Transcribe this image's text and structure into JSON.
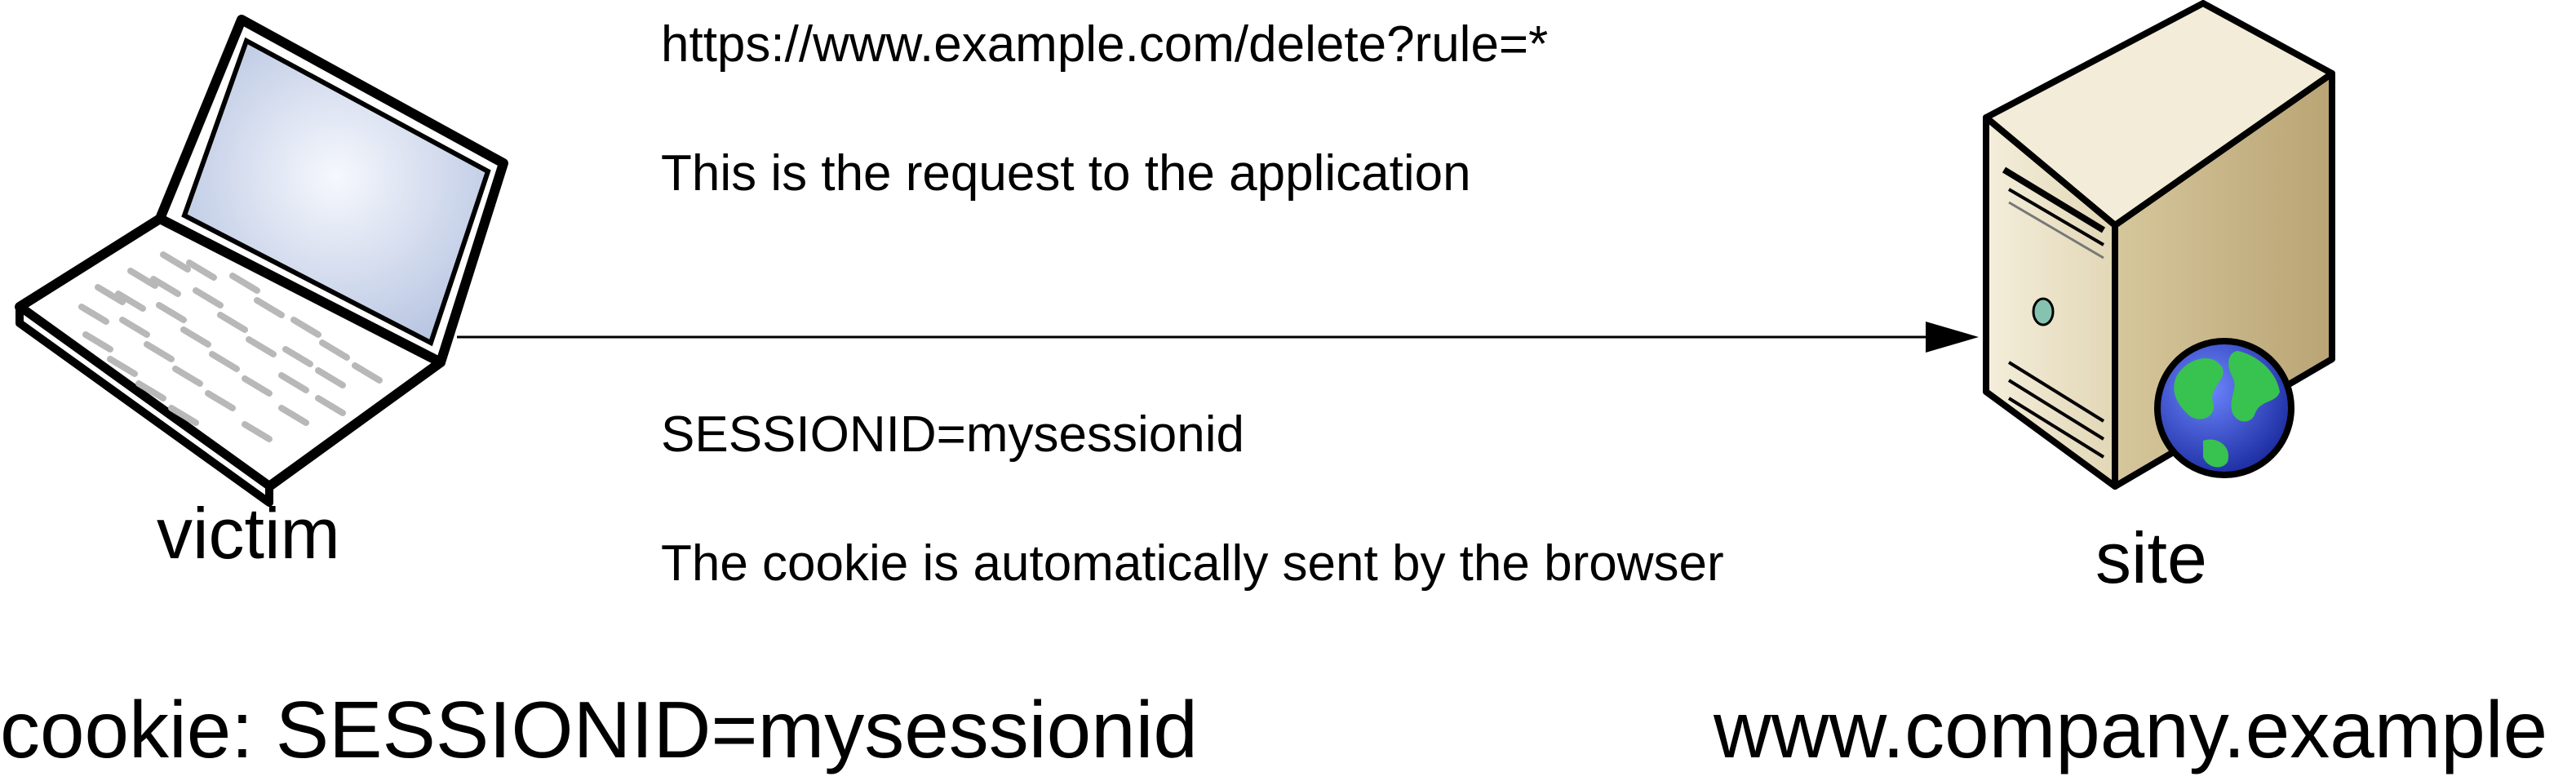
{
  "victim": {
    "label": "victim",
    "cookie_text": "cookie: SESSIONID=mysessionid"
  },
  "site": {
    "label": "site",
    "domain": "www.company.example"
  },
  "request": {
    "url": "https://www.example.com/delete?rule=*",
    "url_caption": "This is the request to the application",
    "session": "SESSIONID=mysessionid",
    "session_caption": "The cookie is automatically sent by the browser"
  },
  "icons": {
    "client": "laptop-icon",
    "server": "server-icon",
    "globe": "globe-icon"
  },
  "colors": {
    "line": "#000000",
    "screen": "#c9d4ea",
    "server_body": "#e8dfc4",
    "globe_ocean": "#2d46c8",
    "globe_land": "#2fb84a"
  }
}
